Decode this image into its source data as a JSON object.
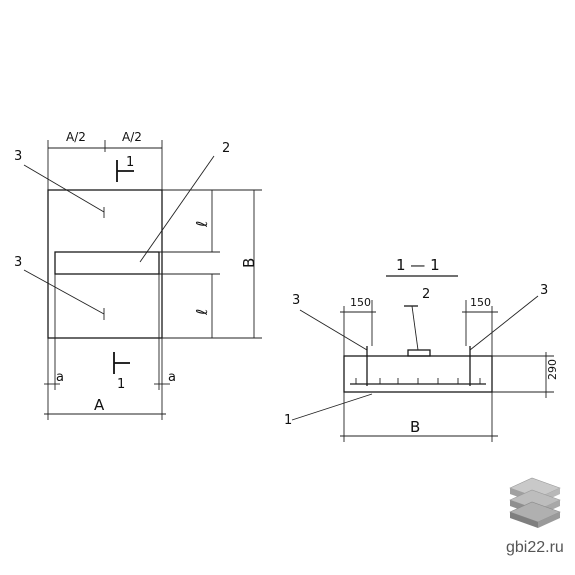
{
  "plan": {
    "dim_a_half_left": "A/2",
    "dim_a_half_right": "A/2",
    "section_mark_top": "1",
    "section_mark_bottom": "1",
    "callout_3_top": "3",
    "callout_3_bottom": "3",
    "callout_2": "2",
    "dim_b": "B",
    "dim_l_top": "ℓ",
    "dim_l_bottom": "ℓ",
    "dim_a_left": "a",
    "dim_a_right": "a",
    "dim_a_total": "A"
  },
  "section": {
    "title": "1 — 1",
    "dim_150_left": "150",
    "dim_150_right": "150",
    "callout_2": "2",
    "callout_3_left": "3",
    "callout_3_right": "3",
    "dim_290": "290",
    "callout_1": "1",
    "dim_b": "B"
  },
  "watermark": {
    "site": "gbi22.ru",
    "logo_icon": "stacked-slabs-icon"
  }
}
